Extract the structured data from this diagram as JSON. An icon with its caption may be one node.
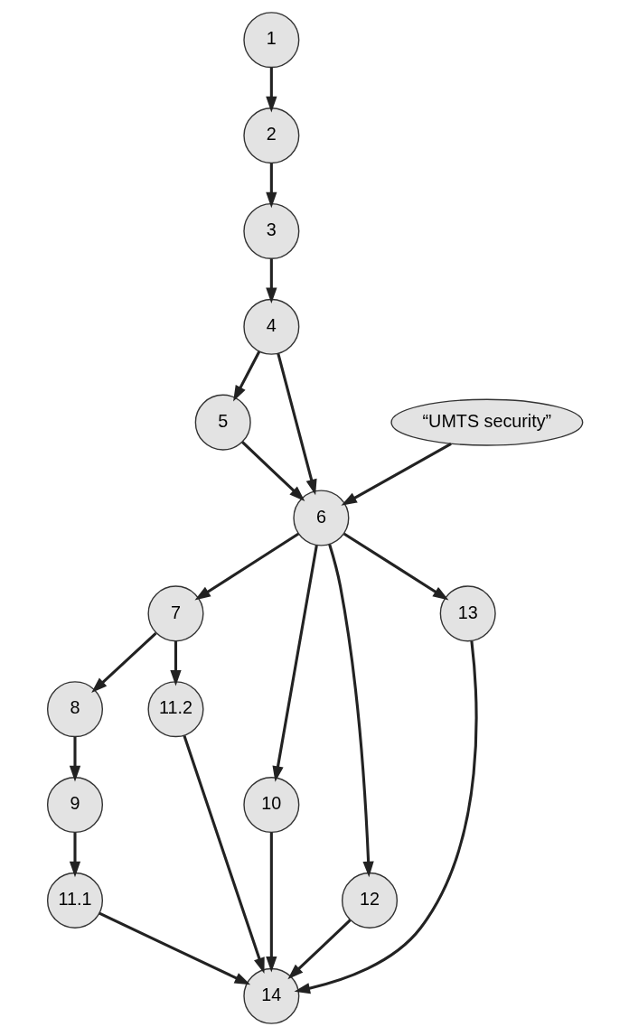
{
  "diagram": {
    "nodes": [
      {
        "text": [
          "1"
        ]
      },
      {
        "text": [
          "2"
        ]
      },
      {
        "text": [
          "3"
        ]
      },
      {
        "text": [
          "“UMTS security”"
        ]
      },
      {
        "text": [
          "4"
        ]
      },
      {
        "text": [
          "5"
        ]
      },
      {
        "text": [
          "6"
        ]
      },
      {
        "text": [
          "7"
        ]
      },
      {
        "text": [
          "10"
        ]
      },
      {
        "text": [
          "8"
        ]
      },
      {
        "text": [
          "12"
        ]
      },
      {
        "text": [
          "13"
        ]
      },
      {
        "text": [
          "11.2"
        ]
      },
      {
        "text": [
          "9"
        ]
      },
      {
        "text": [
          "11.1"
        ]
      },
      {
        "text": [
          "14"
        ]
      }
    ],
    "edges": [
      {
        "from": 0,
        "to": 1,
        "arrow": "to"
      },
      {
        "from": 1,
        "to": 2,
        "arrow": "to"
      },
      {
        "from": 2,
        "to": 4,
        "arrow": "to"
      },
      {
        "from": 4,
        "to": 5,
        "arrow": "to"
      },
      {
        "from": 4,
        "to": 6,
        "arrow": "to"
      },
      {
        "from": 5,
        "to": 6,
        "arrow": "to"
      },
      {
        "from": 3,
        "to": 6,
        "arrow": "to"
      },
      {
        "from": 6,
        "to": 8,
        "arrow": "to"
      },
      {
        "from": 6,
        "to": 7,
        "arrow": "to"
      },
      {
        "from": 6,
        "to": 10,
        "arrow": "to"
      },
      {
        "from": 6,
        "to": 11,
        "arrow": "to"
      },
      {
        "from": 7,
        "to": 12,
        "arrow": "to"
      },
      {
        "from": 7,
        "to": 9,
        "arrow": "to"
      },
      {
        "from": 9,
        "to": 13,
        "arrow": "to"
      },
      {
        "from": 13,
        "to": 14,
        "arrow": "to"
      },
      {
        "from": 8,
        "to": 15,
        "arrow": "to"
      },
      {
        "from": 12,
        "to": 15,
        "arrow": "to"
      },
      {
        "from": 14,
        "to": 15,
        "arrow": "to"
      },
      {
        "from": 10,
        "to": 15,
        "arrow": "to"
      },
      {
        "from": 11,
        "to": 15,
        "arrow": "to"
      }
    ]
  }
}
